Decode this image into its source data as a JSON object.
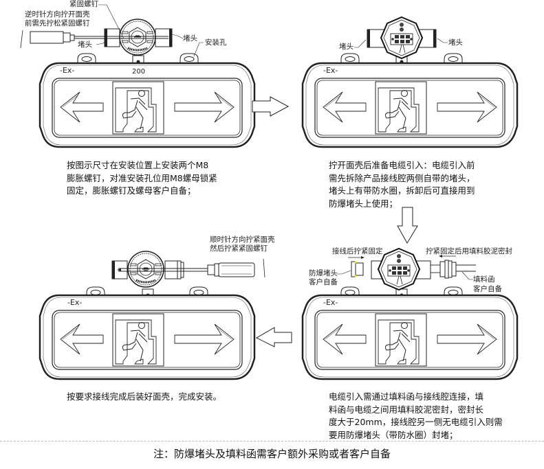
{
  "diagram": {
    "title": "防爆标志灯安装示意图",
    "steps": [
      {
        "id": 1,
        "labels": {
          "screw": "紧固螺钉",
          "instruction": [
            "逆时针方向拧开面壳",
            "前需先拧松紧固螺钉"
          ],
          "plug_left": "堵头",
          "plug_right": "堵头",
          "mount_hole": "安装孔",
          "dimension": "200",
          "ex_mark": "-Ex-"
        },
        "description": "按图示尺寸在安装位置上安装两个M8\n膨胀螺钉，对准安装孔位用M8螺母锁紧\n固定，膨胀螺钉及螺母客户自备；"
      },
      {
        "id": 2,
        "labels": {
          "plug_left": "堵头",
          "plug_right": "堵头",
          "ex_mark": "-Ex-"
        },
        "description": "拧开面壳后准备电缆引入：电缆引入前\n需先拆除产品接线腔两侧自带的堵头，\n堵头上有带防水圈，拆卸后可直接用到\n防爆堵头上使用；"
      },
      {
        "id": 3,
        "labels": {
          "left_action": "接线后拧紧固定",
          "right_action": "拧紧固定后用填料胶泥密封",
          "explosion_plug": [
            "防爆堵头",
            "客户自备"
          ],
          "packing_gland": [
            "填料函",
            "客户自备"
          ],
          "ex_mark": "-Ex-"
        },
        "description": "电缆引入需通过填料函与接线腔连接，填\n料函与电缆之间用填料胶泥密封，密封长\n度大于20mm，接线腔另一侧无电缆引入则需\n要用防爆堵头（带防水圈）封堵；"
      },
      {
        "id": 4,
        "labels": {
          "instruction": [
            "顺时针方向拧紧面壳",
            "然后拧紧紧固螺钉"
          ],
          "ex_mark": "-Ex-"
        },
        "description": "按要求接线完成后装好面壳，完成安装。"
      }
    ],
    "flow_arrows": [
      "right",
      "down",
      "left"
    ],
    "note": "注：防爆堵头及填料函需客户额外采购或者客户自备"
  }
}
